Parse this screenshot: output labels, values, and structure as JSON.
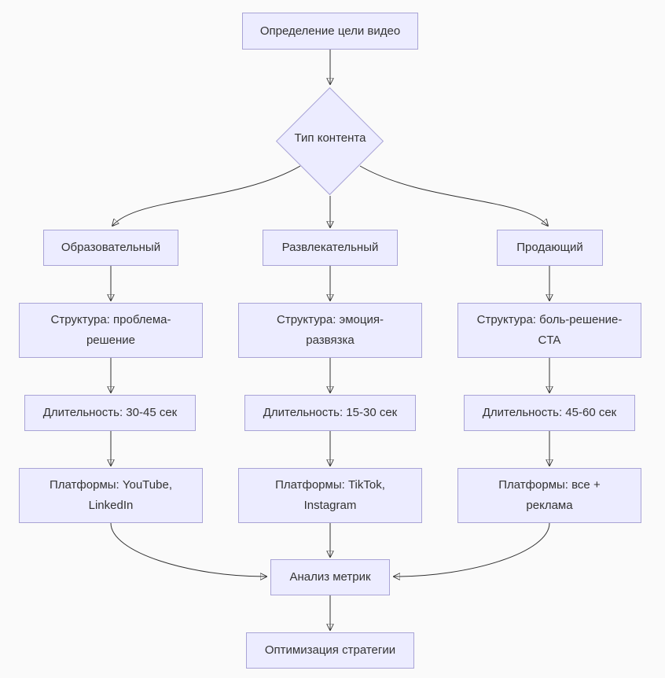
{
  "diagram": {
    "type": "flowchart",
    "direction": "top-down",
    "nodes": {
      "goal": "Определение цели видео",
      "content_type": "Тип контента",
      "educational": "Образовательный",
      "entertaining": "Развлекательный",
      "selling": "Продающий",
      "structure_edu": "Структура: проблема-\nрешение",
      "structure_ent": "Структура: эмоция-\nразвязка",
      "structure_sell": "Структура: боль-решение-\nCTA",
      "duration_edu": "Длительность: 30-45 сек",
      "duration_ent": "Длительность: 15-30 сек",
      "duration_sell": "Длительность: 45-60 сек",
      "platforms_edu": "Платформы: YouTube,\nLinkedIn",
      "platforms_ent": "Платформы: TikTok,\nInstagram",
      "platforms_sell": "Платформы: все +\nреклама",
      "analysis": "Анализ метрик",
      "optimization": "Оптимизация стратегии"
    },
    "edges": [
      {
        "from": "goal",
        "to": "content_type"
      },
      {
        "from": "content_type",
        "to": "educational"
      },
      {
        "from": "content_type",
        "to": "entertaining"
      },
      {
        "from": "content_type",
        "to": "selling"
      },
      {
        "from": "educational",
        "to": "structure_edu"
      },
      {
        "from": "structure_edu",
        "to": "duration_edu"
      },
      {
        "from": "duration_edu",
        "to": "platforms_edu"
      },
      {
        "from": "entertaining",
        "to": "structure_ent"
      },
      {
        "from": "structure_ent",
        "to": "duration_ent"
      },
      {
        "from": "duration_ent",
        "to": "platforms_ent"
      },
      {
        "from": "selling",
        "to": "structure_sell"
      },
      {
        "from": "structure_sell",
        "to": "duration_sell"
      },
      {
        "from": "duration_sell",
        "to": "platforms_sell"
      },
      {
        "from": "platforms_edu",
        "to": "analysis"
      },
      {
        "from": "platforms_ent",
        "to": "analysis"
      },
      {
        "from": "platforms_sell",
        "to": "analysis"
      },
      {
        "from": "analysis",
        "to": "optimization"
      }
    ],
    "colors": {
      "node_fill": "#ECECFF",
      "node_border": "#A9A4D6",
      "edge": "#333333",
      "text": "#333333",
      "background": "#FAFAFA"
    }
  }
}
